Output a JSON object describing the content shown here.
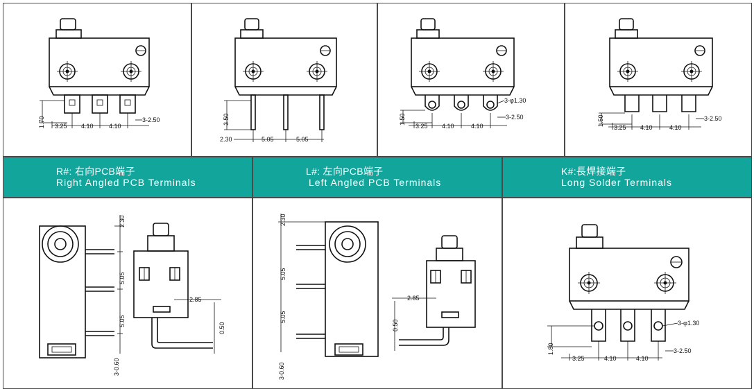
{
  "bands": [
    {
      "code": "R#: 右向PCB端子",
      "name": "Right Angled PCB Terminals"
    },
    {
      "code": "L#: 左向PCB端子",
      "name": "Left Angled PCB Terminals"
    },
    {
      "code": "K#:長焊接端子",
      "name": "Long Solder Terminals"
    }
  ],
  "dims": {
    "d170": "1.70",
    "d325": "3.25",
    "d410": "4.10",
    "d3x250": "3-2.50",
    "d350": "3.50",
    "d230": "2.30",
    "d505": "5.05",
    "d150": "1.50",
    "d3phi130": "3-φ1.30",
    "d285": "2.85",
    "d050": "0.50",
    "d3x060": "3-0.60",
    "d180": "1.80"
  },
  "colors": {
    "band": "#11a59b",
    "band_text": "#ffffff",
    "line": "#111111"
  }
}
